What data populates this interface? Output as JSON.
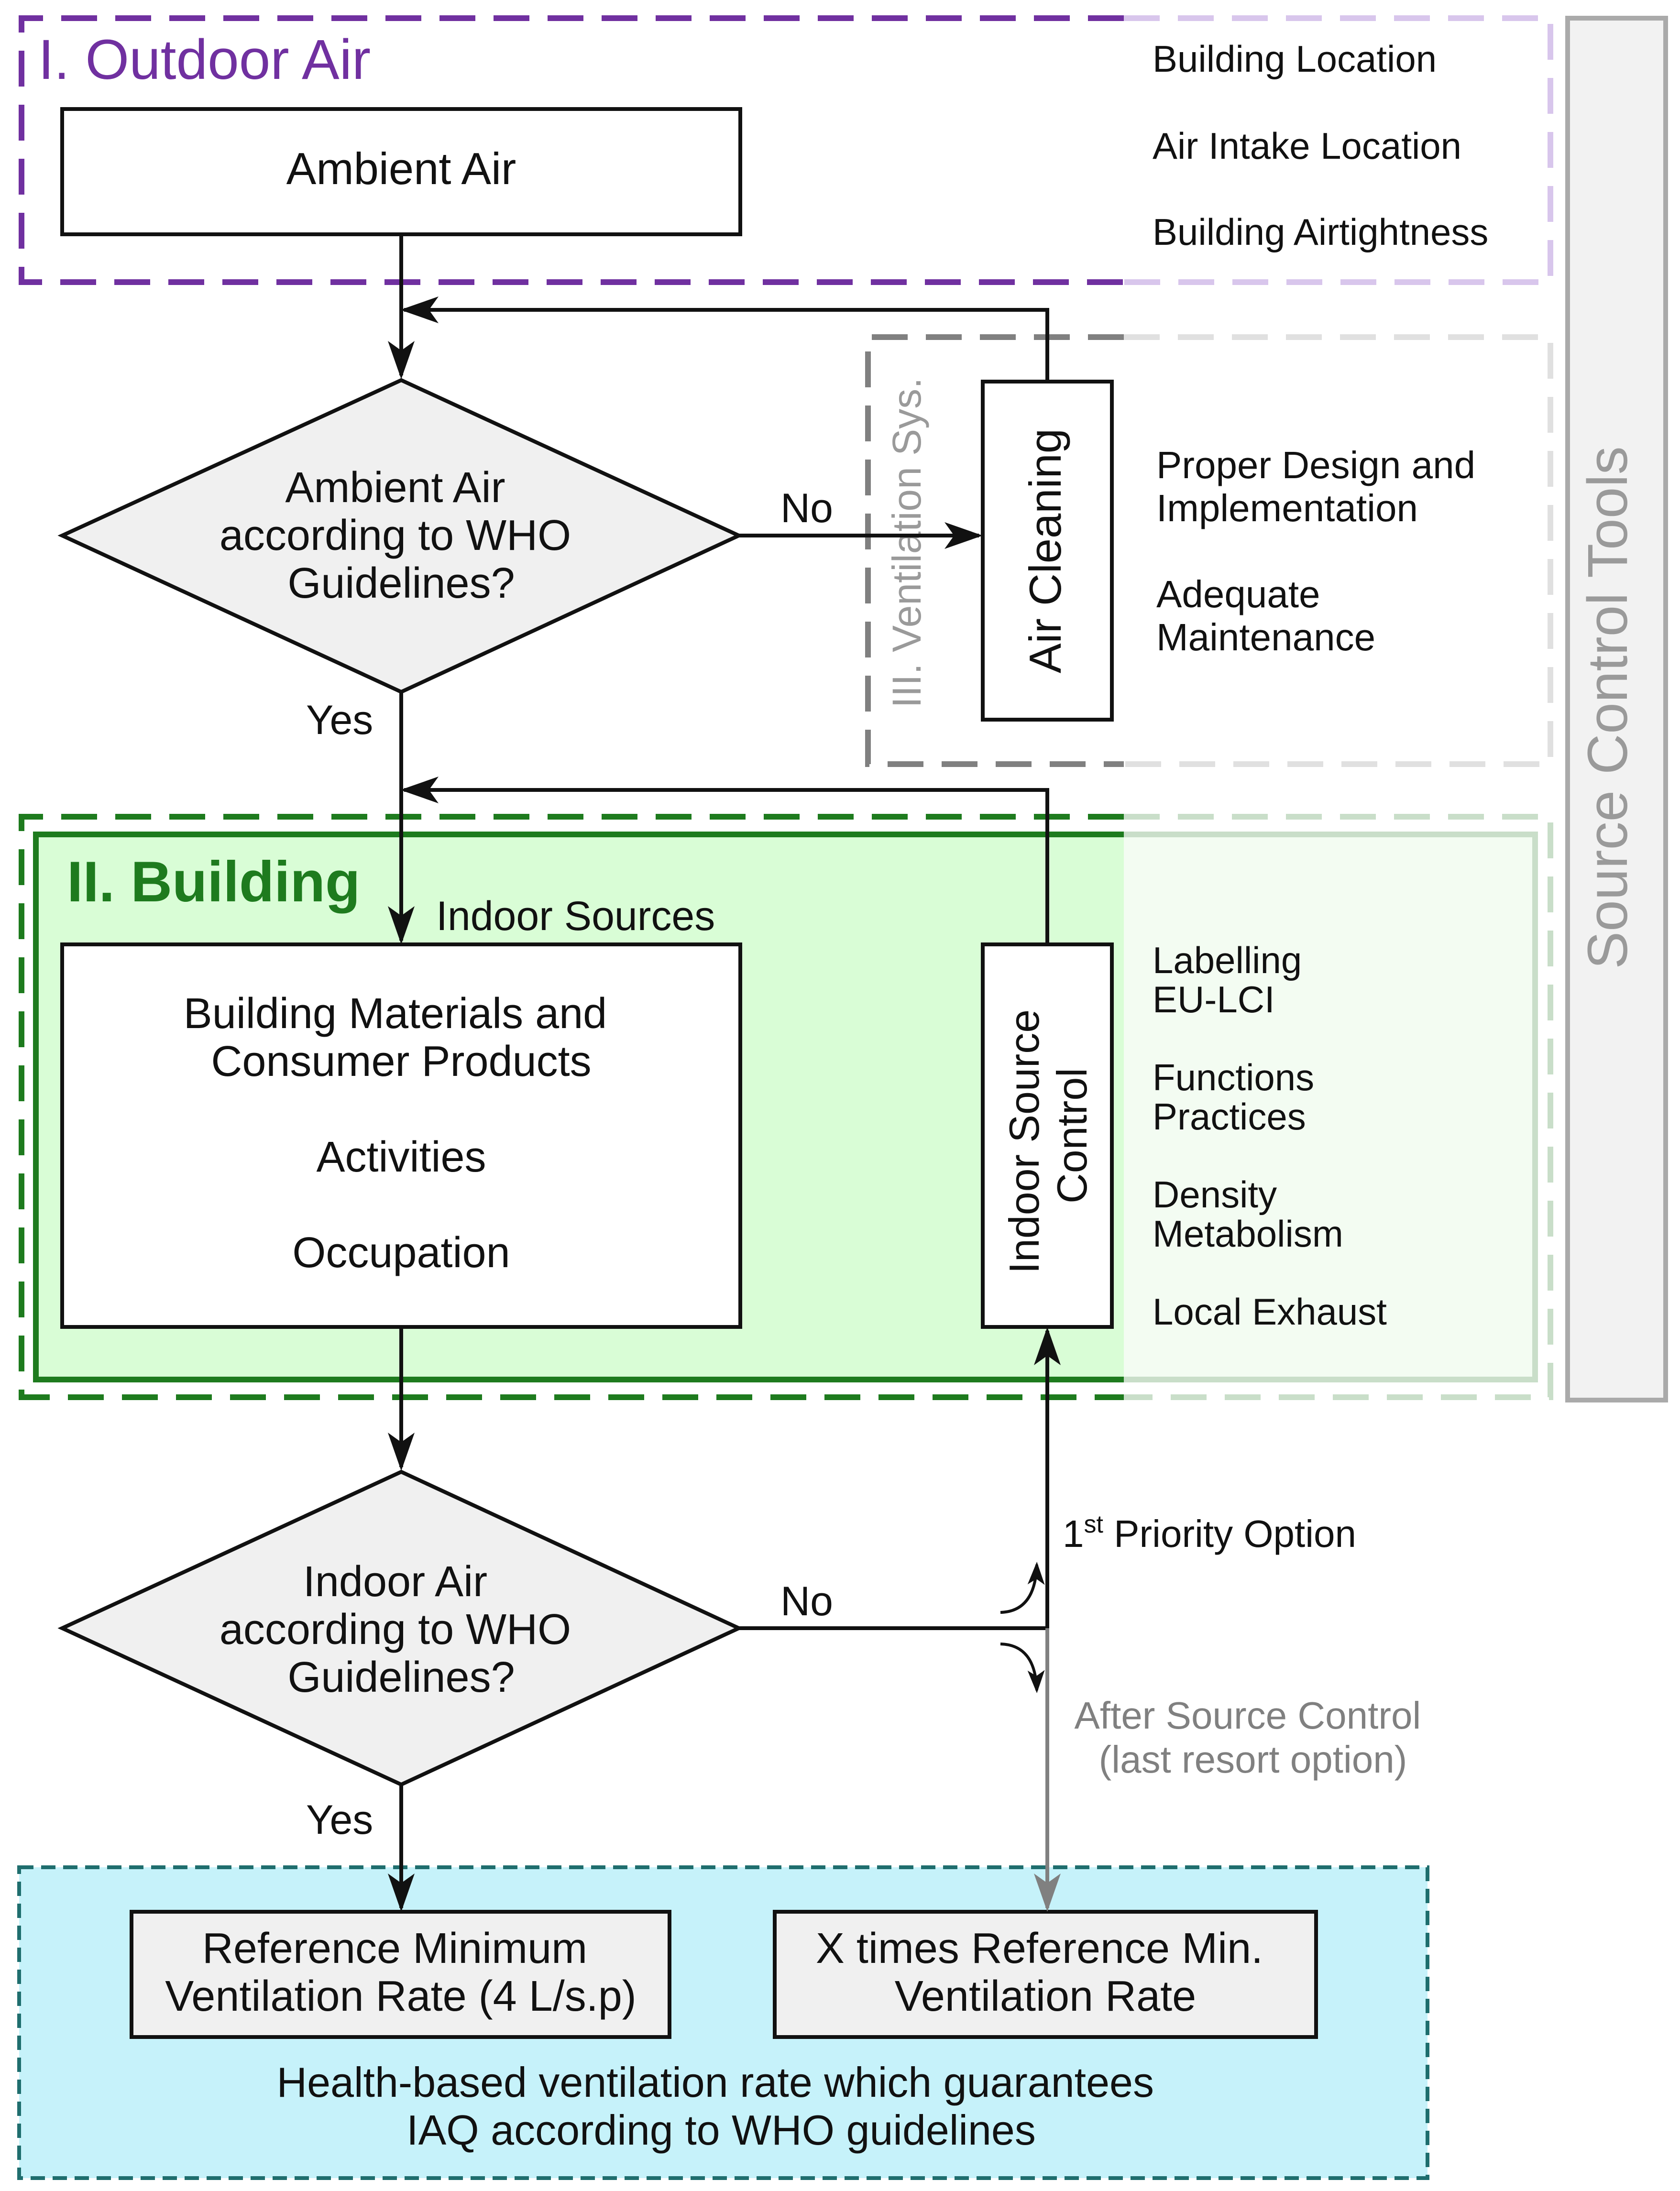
{
  "outdoor": {
    "title": "I. Outdoor Air",
    "box": "Ambient Air",
    "notes": [
      "Building Location",
      "Air Intake Location",
      "Building Airtightness"
    ]
  },
  "decision1": {
    "lines": [
      "Ambient Air",
      "according to WHO",
      "Guidelines?"
    ],
    "no": "No",
    "yes": "Yes"
  },
  "ventilation": {
    "title": "III. Ventilation Sys.",
    "box": "Air Cleaning",
    "notes": [
      [
        "Proper Design and",
        "Implementation"
      ],
      [
        "Adequate",
        "Maintenance"
      ]
    ]
  },
  "building": {
    "title": "II. Building",
    "indoor_sources": "Indoor Sources",
    "box_lines": [
      "Building Materials and",
      "Consumer Products",
      "Activities",
      "Occupation"
    ],
    "control_lines": [
      "Indoor Source",
      "Control"
    ],
    "notes": [
      [
        "Labelling",
        "EU-LCI"
      ],
      [
        "Functions",
        "Practices"
      ],
      [
        "Density",
        "Metabolism"
      ],
      [
        "Local Exhaust"
      ]
    ]
  },
  "decision2": {
    "lines": [
      "Indoor Air",
      "according to WHO",
      "Guidelines?"
    ],
    "no": "No",
    "yes": "Yes"
  },
  "priority": {
    "first_prefix": "1",
    "first_sup": "st",
    "first_rest": " Priority Option",
    "after_lines": [
      "After Source Control",
      "(last resort option)"
    ]
  },
  "results": {
    "ref_lines": [
      "Reference Minimum",
      "Ventilation Rate (4 L/s.p)"
    ],
    "x_lines": [
      "X times Reference Min.",
      "Ventilation Rate"
    ],
    "caption_lines": [
      "Health-based ventilation rate which guarantees",
      "IAQ according to WHO guidelines"
    ]
  },
  "side_label": "Source Control Tools",
  "colors": {
    "outdoor": "#7030A0",
    "building": "#1E7B1E",
    "building_fill": "#D9FDD6",
    "ventilation": "#808080",
    "results_fill": "#C6F2FA",
    "results_border": "#1F6E6E",
    "decision_fill": "#F0F0F0",
    "gray_arrow": "#808080"
  }
}
